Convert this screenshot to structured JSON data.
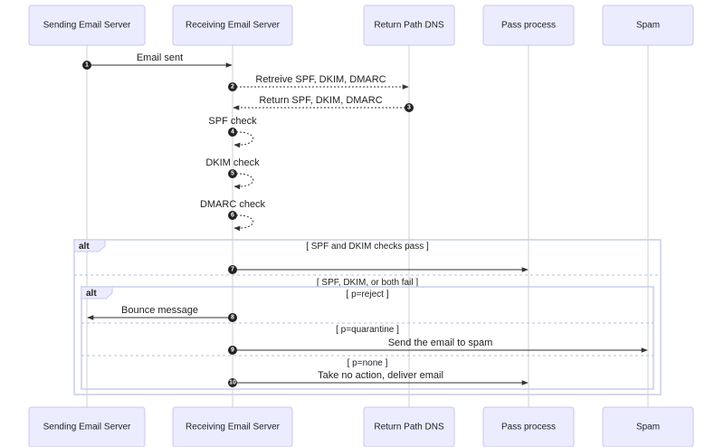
{
  "participants": [
    {
      "id": "sender",
      "label": "Sending Email Server"
    },
    {
      "id": "receiver",
      "label": "Receiving Email Server"
    },
    {
      "id": "dns",
      "label": "Return Path DNS"
    },
    {
      "id": "pass",
      "label": "Pass process"
    },
    {
      "id": "spam",
      "label": "Spam"
    }
  ],
  "messages": [
    {
      "num": "1",
      "from": "sender",
      "to": "receiver",
      "label": "Email sent",
      "style": "solid"
    },
    {
      "num": "2",
      "from": "receiver",
      "to": "dns",
      "label": "Retreive SPF, DKIM, DMARC",
      "style": "dashed"
    },
    {
      "num": "3",
      "from": "dns",
      "to": "receiver",
      "label": "Return SPF, DKIM, DMARC",
      "style": "dashed"
    },
    {
      "num": "4",
      "from": "receiver",
      "to": "receiver",
      "label": "SPF check",
      "style": "dashed"
    },
    {
      "num": "5",
      "from": "receiver",
      "to": "receiver",
      "label": "DKIM check",
      "style": "dashed"
    },
    {
      "num": "6",
      "from": "receiver",
      "to": "receiver",
      "label": "DMARC check",
      "style": "dashed"
    },
    {
      "num": "7",
      "from": "receiver",
      "to": "pass",
      "label": "",
      "style": "solid"
    },
    {
      "num": "8",
      "from": "receiver",
      "to": "sender",
      "label": "Bounce message",
      "style": "solid"
    },
    {
      "num": "9",
      "from": "receiver",
      "to": "spam",
      "label": "Send the email to spam",
      "style": "solid"
    },
    {
      "num": "10",
      "from": "receiver",
      "to": "pass",
      "label": "Take no action, deliver email",
      "style": "solid"
    }
  ],
  "frames": {
    "outer": {
      "label": "alt",
      "cond1": "[ SPF and DKIM checks pass ]",
      "cond2": "[ SPF, DKIM, or both fail ]"
    },
    "inner": {
      "label": "alt",
      "cond1": "[ p=reject ]",
      "cond2": "[ p=quarantine ]",
      "cond3": "[ p=none ]"
    }
  },
  "colors": {
    "actor_fill": "#ececff",
    "actor_stroke": "#c8c8f0",
    "frame": "#c8cde8",
    "line": "#333333"
  }
}
